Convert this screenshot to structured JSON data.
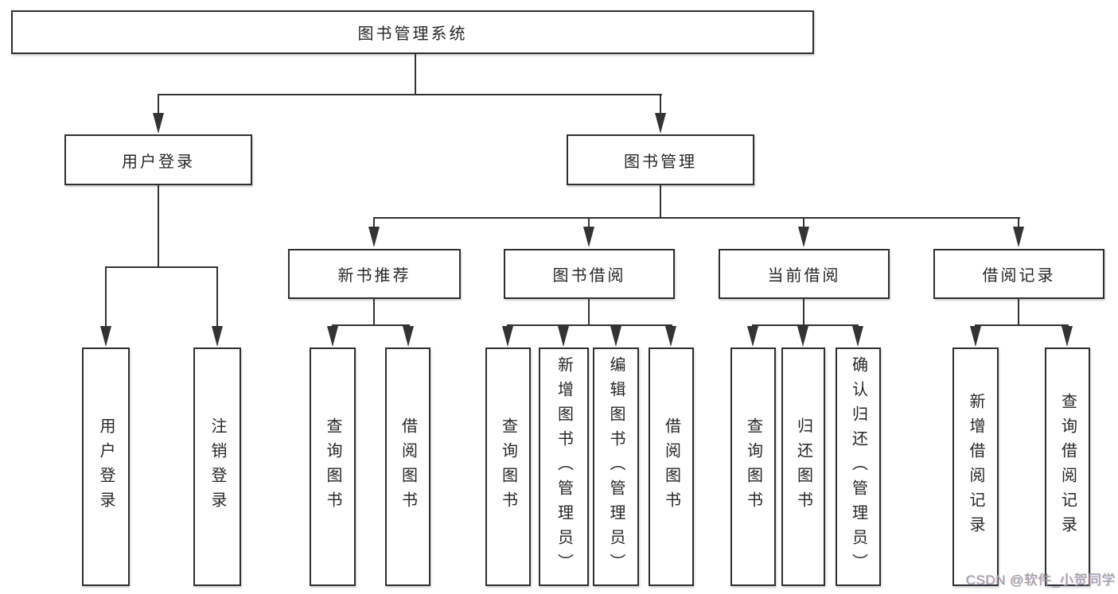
{
  "nodes": {
    "root": "图书管理系统",
    "user_login": "用户登录",
    "book_management": "图书管理",
    "new_book_recommend": "新书推荐",
    "book_borrowing": "图书借阅",
    "current_borrowing": "当前借阅",
    "borrowing_records": "借阅记录",
    "leaf_user_login": "用户登录",
    "leaf_logout_login": "注销登录",
    "leaf_recommend_query_books": "查询图书",
    "leaf_recommend_borrow_books": "借阅图书",
    "leaf_borrowing_query_books": "查询图书",
    "leaf_borrowing_add_books_admin": "新增图书（管理员）",
    "leaf_borrowing_edit_books_admin": "编辑图书（管理员）",
    "leaf_borrowing_borrow_books": "借阅图书",
    "leaf_current_query_books": "查询图书",
    "leaf_current_return_books": "归还图书",
    "leaf_current_confirm_return_admin": "确认归还（管理员）",
    "leaf_records_add_record": "新增借阅记录",
    "leaf_records_query_record": "查询借阅记录"
  },
  "watermark": "CSDN @软件_小贺同学",
  "colors": {
    "line": "#333333",
    "text": "#262626",
    "box_background": "#ffffff",
    "background": "#ffffff",
    "watermark": "#9c9c9c"
  }
}
